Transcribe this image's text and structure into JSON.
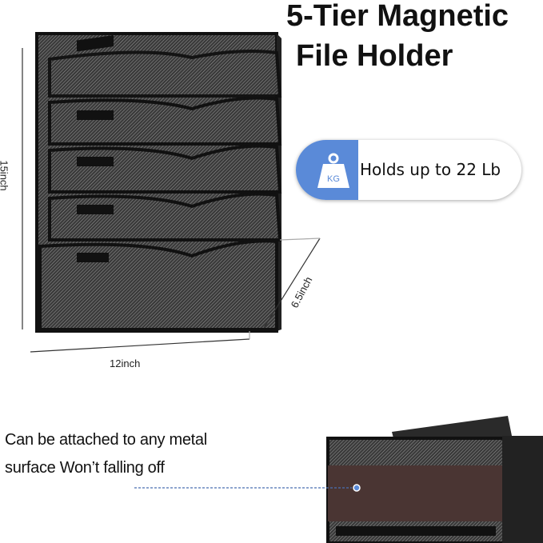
{
  "title": {
    "line1": "5-Tier Magnetic",
    "line2": "File Holder"
  },
  "badge": {
    "icon": "kg-weight-icon",
    "icon_label": "KG",
    "text": "Holds up to 22 Lb",
    "accent": "#5a8ad8"
  },
  "dimensions": {
    "height": "15inch",
    "width": "12inch",
    "depth": "6.5inch"
  },
  "feature": {
    "line1": "Can be attached to any metal",
    "line2": "surface Won’t falling off",
    "callout_color": "#4a6fb0",
    "magnet_color": "#4a3533"
  }
}
